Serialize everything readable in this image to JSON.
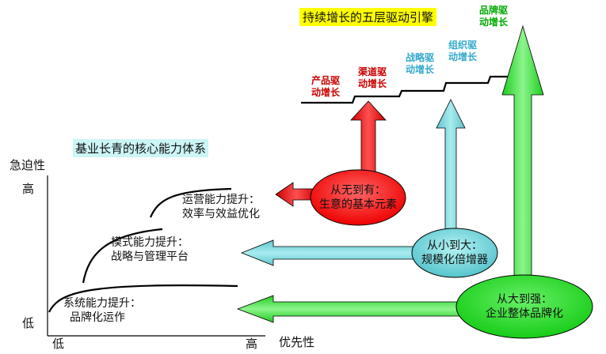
{
  "title": "持续增长的五层驱动引擎",
  "core_title": "基业长青的核心能力体系",
  "axes": {
    "y_label": "急迫性",
    "y_high": "高",
    "y_low": "低",
    "x_label": "优先性",
    "x_low": "低",
    "x_high": "高"
  },
  "capabilities": [
    {
      "line1": "运营能力提升：",
      "line2": "效率与效益优化"
    },
    {
      "line1": "模式能力提升：",
      "line2": "战略与管理平台"
    },
    {
      "line1": "系统能力提升：",
      "line2": "品牌化运作"
    }
  ],
  "steps": [
    {
      "line1": "产品驱",
      "line2": "动增长",
      "color": "#cc0000"
    },
    {
      "line1": "渠道驱",
      "line2": "动增长",
      "color": "#cc0000"
    },
    {
      "line1": "战略驱",
      "line2": "动增长",
      "color": "#33aacc"
    },
    {
      "line1": "组织驱",
      "line2": "动增长",
      "color": "#33aacc"
    },
    {
      "line1": "品牌驱",
      "line2": "动增长",
      "color": "#00aa00"
    }
  ],
  "engines": [
    {
      "line1": "从无到有：",
      "line2": "生意的基本元素",
      "fill": "#ff0000"
    },
    {
      "line1": "从小到大：",
      "line2": "规模化倍增器",
      "fill": "#66d0d8"
    },
    {
      "line1": "从大到强：",
      "line2": "企业整体品牌化",
      "fill": "#22dd22"
    }
  ],
  "colors": {
    "red": "#ff0000",
    "teal": "#66d0d8",
    "green": "#22dd22"
  }
}
